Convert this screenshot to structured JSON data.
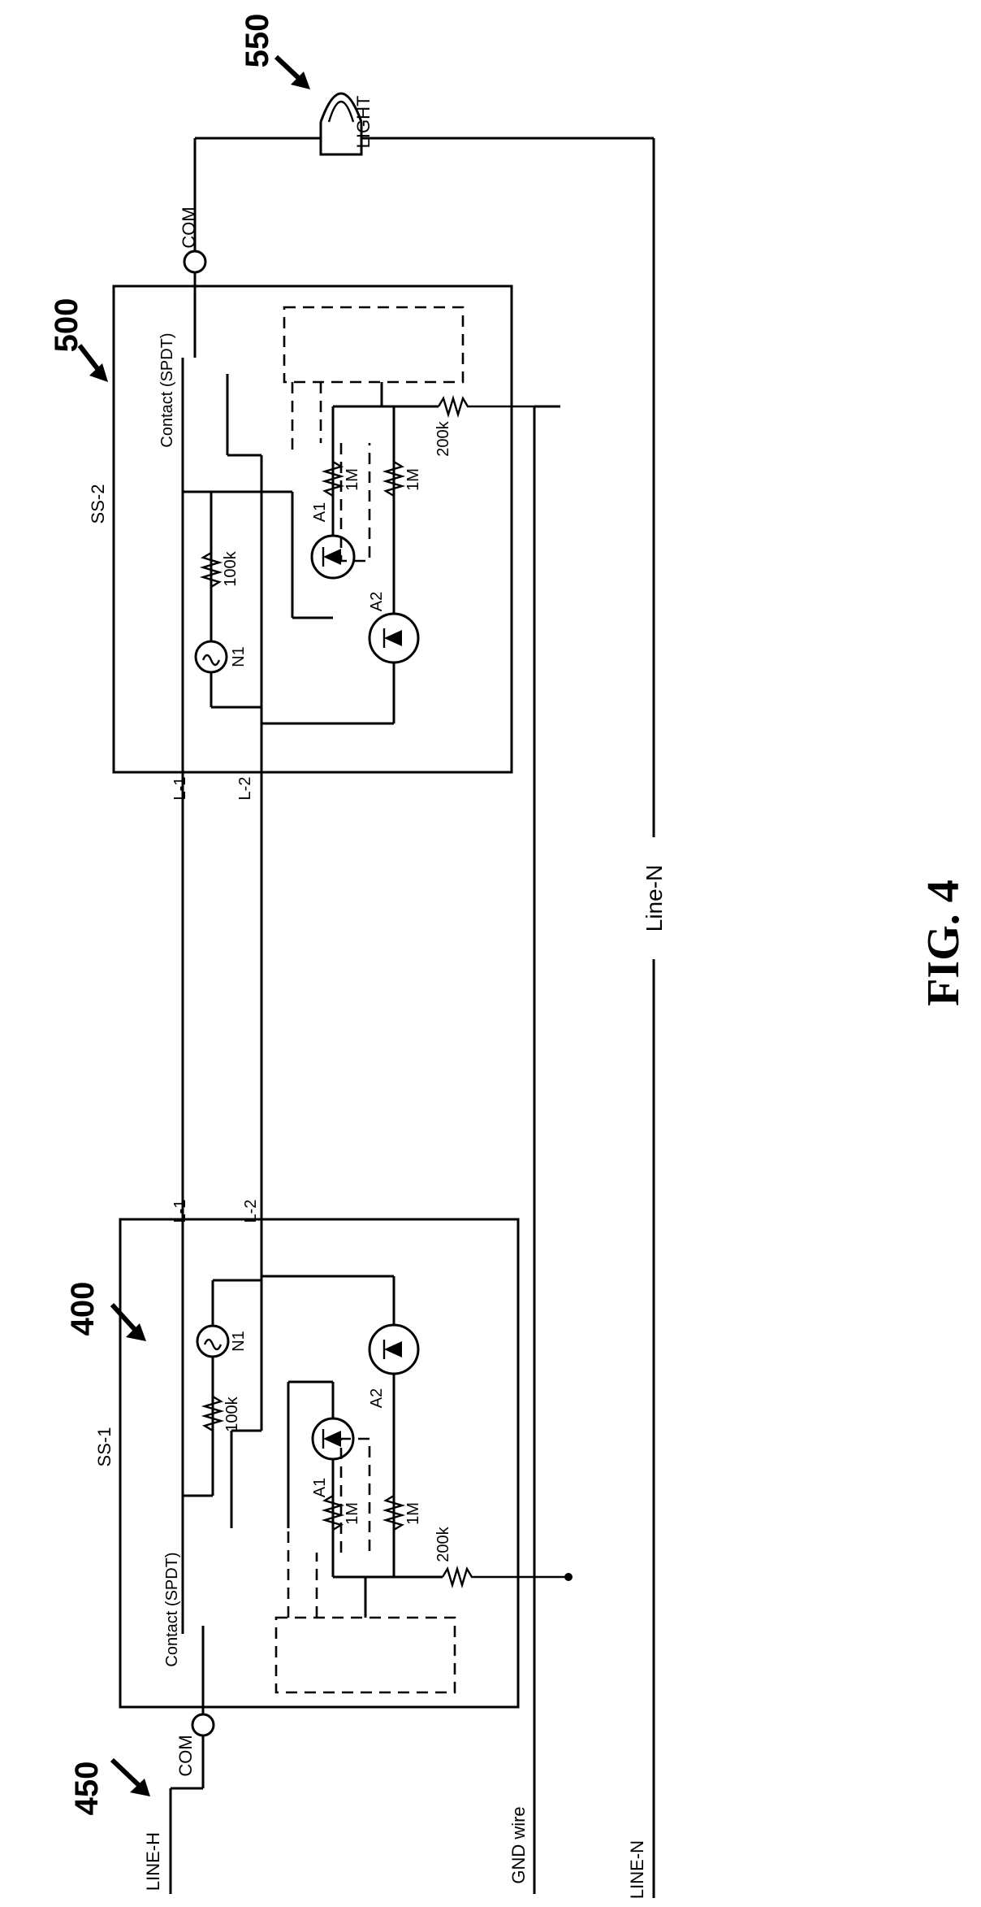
{
  "figure": {
    "caption": "FIG. 4",
    "refs": {
      "r450": "450",
      "r400": "400",
      "r500": "500",
      "r550": "550"
    },
    "wires": {
      "line_h": "LINE-H",
      "com_left": "COM",
      "gnd": "GND wire",
      "line_n": "LINE-N",
      "line_n_mid": "Line-N",
      "com_right": "COM",
      "light": "LIGHT"
    },
    "ss1": {
      "name": "SS-1",
      "contact": "Contact (SPDT)",
      "l1": "L-1",
      "l2": "L-2",
      "n1": "N1",
      "r100k": "100k",
      "a1": "A1",
      "a2": "A2",
      "r1m_a": "1M",
      "r1m_b": "1M",
      "r200k": "200k"
    },
    "ss2": {
      "name": "SS-2",
      "contact": "Contact (SPDT)",
      "l1": "L-1",
      "l2": "L-2",
      "n1": "N1",
      "r100k": "100k",
      "a1": "A1",
      "a2": "A2",
      "r1m_a": "1M",
      "r1m_b": "1M",
      "r200k": "200k"
    }
  }
}
